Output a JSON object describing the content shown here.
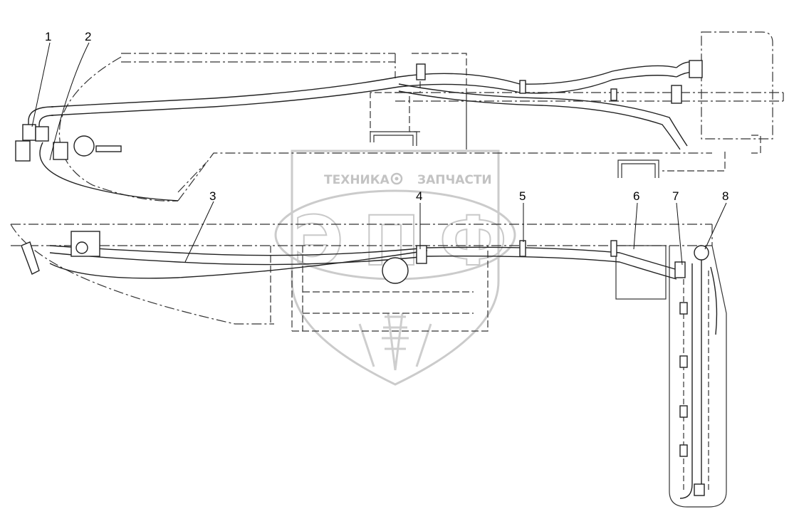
{
  "diagram": {
    "callouts": [
      {
        "id": "callout-1",
        "label": "1"
      },
      {
        "id": "callout-2",
        "label": "2"
      },
      {
        "id": "callout-3",
        "label": "3"
      },
      {
        "id": "callout-4",
        "label": "4"
      },
      {
        "id": "callout-5",
        "label": "5"
      },
      {
        "id": "callout-6",
        "label": "6"
      },
      {
        "id": "callout-7",
        "label": "7"
      },
      {
        "id": "callout-8",
        "label": "8"
      }
    ]
  },
  "watermark": {
    "brand_left": "ТЕХНИКА",
    "brand_right": "ЗАПЧАСТИ",
    "letters": "ЭПФ"
  },
  "colors": {
    "line": "#222222",
    "frame_dash": "#333333",
    "watermark": "#c0c0c0",
    "background": "#ffffff"
  }
}
